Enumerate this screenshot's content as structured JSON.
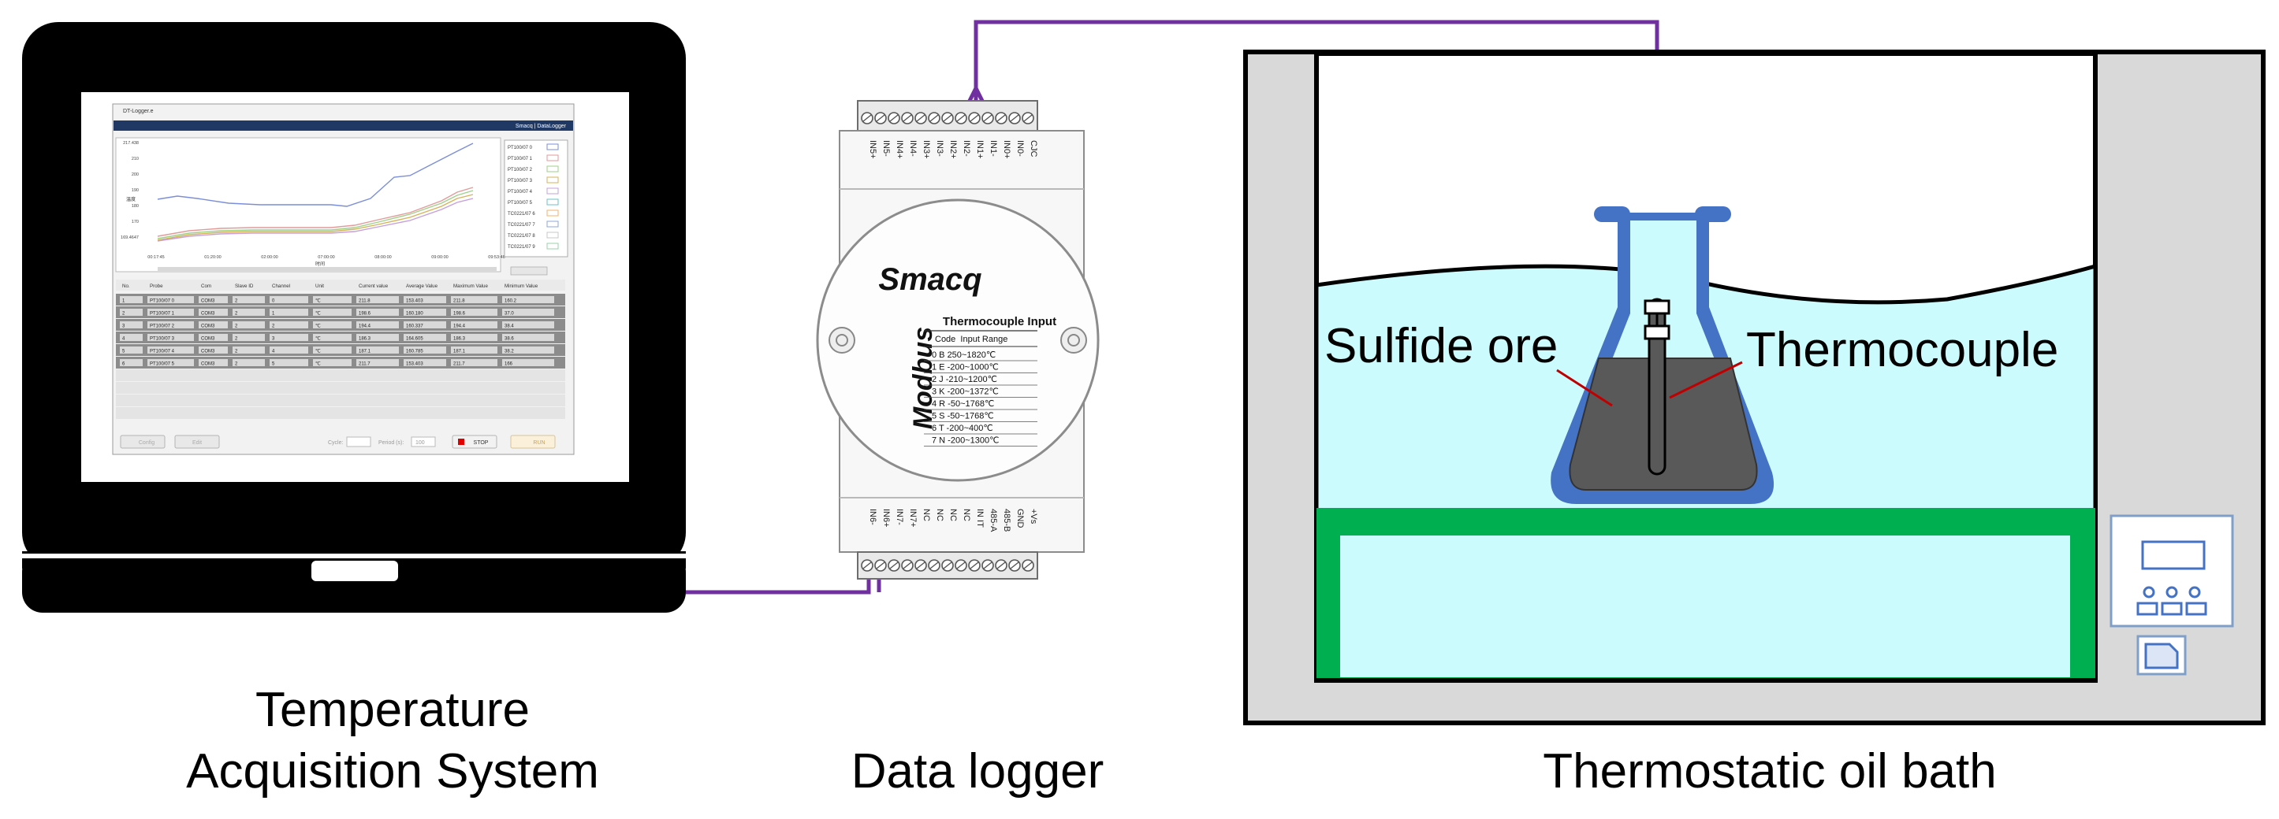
{
  "captions": {
    "system_line1": "Temperature",
    "system_line2": "Acquisition System",
    "logger": "Data logger",
    "bath": "Thermostatic oil bath"
  },
  "annotations": {
    "ore": "Sulfide ore",
    "thermocouple": "Thermocouple"
  },
  "screen": {
    "window_title": "DT-Logger.e",
    "app_title": "Smacq | DataLogger",
    "chart": {
      "y_ticks": [
        "217.438",
        "210",
        "200",
        "190",
        "180",
        "170",
        "169.4647"
      ],
      "x_ticks": [
        "00:17:45",
        "01:20:00",
        "02:00:00",
        "07:00:00",
        "08:00:00",
        "09:00:00",
        "09:53:46"
      ],
      "legend": [
        "PT100/07 0",
        "PT100/07 1",
        "PT100/07 2",
        "PT100/07 3",
        "PT100/07 4",
        "PT100/07 5",
        "TC0221/07 6",
        "TC0221/07 7",
        "TC0221/07 8",
        "TC0221/07 9"
      ]
    },
    "table": {
      "headers": [
        "No.",
        "Probe",
        "Com",
        "Slave ID",
        "Channel",
        "Unit",
        "Current value",
        "Average Value",
        "Maximum Value",
        "Minimum Value"
      ],
      "rows": [
        [
          "1",
          "PT100/07 0",
          "COM3",
          "2",
          "0",
          "℃",
          "211.8",
          "153.403",
          "211.8",
          "160.2"
        ],
        [
          "2",
          "PT100/07 1",
          "COM3",
          "2",
          "1",
          "℃",
          "198.6",
          "160.180",
          "198.6",
          "37.0"
        ],
        [
          "3",
          "PT100/07 2",
          "COM3",
          "2",
          "2",
          "℃",
          "194.4",
          "160.337",
          "194.4",
          "38.4"
        ],
        [
          "4",
          "PT100/07 3",
          "COM3",
          "2",
          "3",
          "℃",
          "186.3",
          "164.605",
          "186.3",
          "38.6"
        ],
        [
          "5",
          "PT100/07 4",
          "COM3",
          "2",
          "4",
          "℃",
          "187.1",
          "160.785",
          "187.1",
          "38.2"
        ],
        [
          "6",
          "PT100/07 5",
          "COM3",
          "2",
          "5",
          "℃",
          "211.7",
          "153.403",
          "211.7",
          "166"
        ]
      ]
    },
    "buttons": {
      "config": "Config",
      "edit": "Edit",
      "stop": "STOP",
      "run": "RUN"
    },
    "fields": {
      "cycle_label": "Cycle:",
      "period_label": "Period (s):",
      "period_value": "100"
    }
  },
  "logger": {
    "brand": "Smacq",
    "protocol": "Modbus",
    "product_title": "Thermocouple Input",
    "range_header": "Code  Input Range",
    "ranges": [
      "0 B    250~1820℃",
      "1 E    -200~1000℃",
      "2 J    -210~1200℃",
      "3 K    -200~1372℃",
      "4 R    -50~1768℃",
      "5 S    -50~1768℃",
      "6 T    -200~400℃",
      "7 N    -200~1300℃"
    ],
    "top_pins": [
      "IN5+",
      "IN5-",
      "IN4+",
      "IN4-",
      "IN3+",
      "IN3-",
      "IN2+",
      "IN2-",
      "IN1+",
      "IN1-",
      "IN0+",
      "IN0-",
      "CJC"
    ],
    "bottom_pins": [
      "IN6-",
      "IN6+",
      "IN7-",
      "IN7+",
      "NC",
      "NC",
      "NC",
      "NC",
      "IN IT",
      "485-A",
      "485-B",
      "GND",
      "+Vs"
    ]
  },
  "colors": {
    "cable": "#7030a0",
    "oil": "#ccfbfd",
    "flask": "#4472c4",
    "ore": "#595959",
    "stand": "#00b050",
    "bath_frame": "#d9d9d9",
    "annotation_line": "#c00000"
  },
  "icons": {
    "laptop": "laptop-icon",
    "controller": "control-panel-icon",
    "switch": "power-switch-icon"
  }
}
